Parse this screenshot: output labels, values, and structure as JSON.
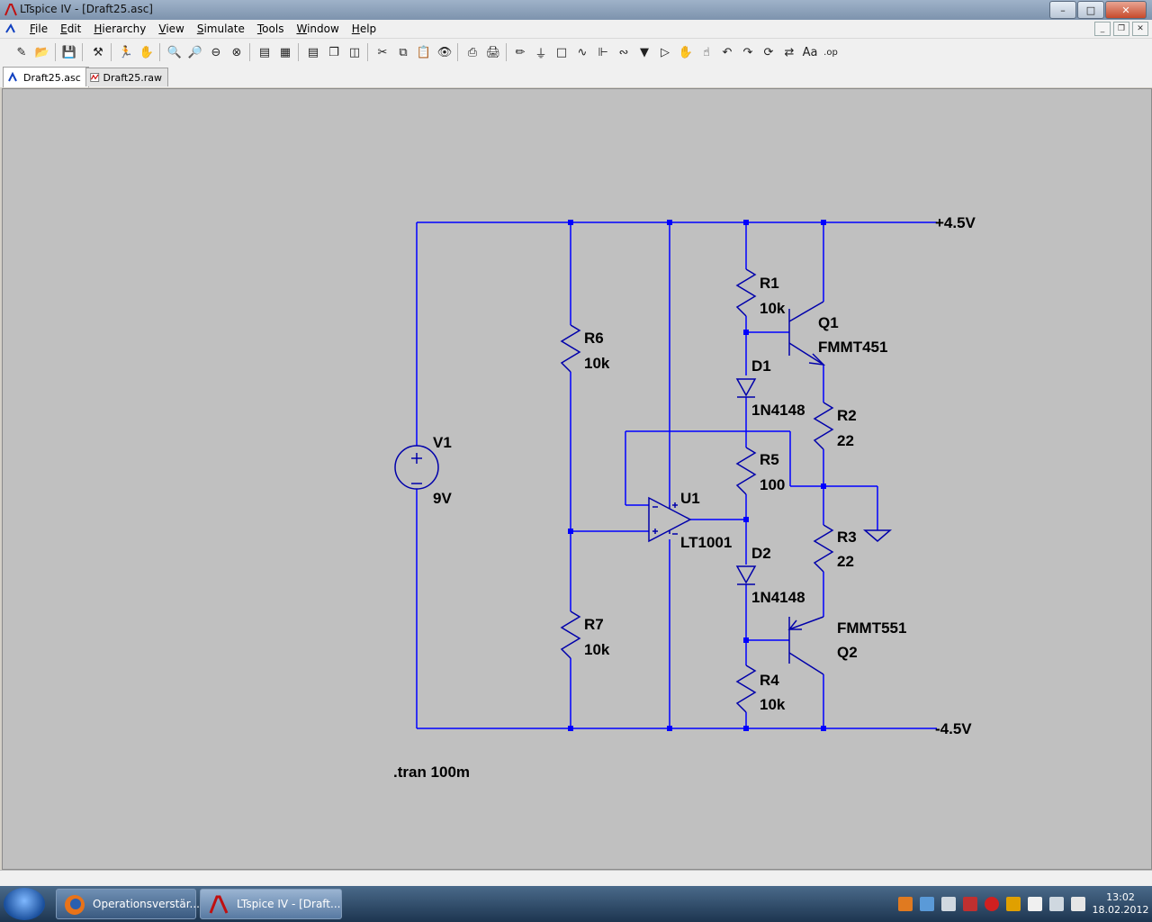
{
  "window": {
    "title": "LTspice IV - [Draft25.asc]"
  },
  "menu": {
    "items": [
      {
        "first": "F",
        "rest": "ile"
      },
      {
        "first": "E",
        "rest": "dit"
      },
      {
        "first": "H",
        "rest": "ierarchy"
      },
      {
        "first": "V",
        "rest": "iew"
      },
      {
        "first": "S",
        "rest": "imulate"
      },
      {
        "first": "T",
        "rest": "ools"
      },
      {
        "first": "W",
        "rest": "indow"
      },
      {
        "first": "H",
        "rest": "elp"
      }
    ]
  },
  "tabs": [
    {
      "label": "Draft25.asc"
    },
    {
      "label": "Draft25.raw"
    }
  ],
  "schematic": {
    "labels": {
      "vpos": "+4.5V",
      "vneg": "-4.5V",
      "v1": "V1",
      "v1_val": "9V",
      "r1": "R1",
      "r1_val": "10k",
      "r2": "R2",
      "r2_val": "22",
      "r3": "R3",
      "r3_val": "22",
      "r4": "R4",
      "r4_val": "10k",
      "r5": "R5",
      "r5_val": "100",
      "r6": "R6",
      "r6_val": "10k",
      "r7": "R7",
      "r7_val": "10k",
      "d1": "D1",
      "d1_val": "1N4148",
      "d2": "D2",
      "d2_val": "1N4148",
      "q1": "Q1",
      "q1_val": "FMMT451",
      "q2": "Q2",
      "q2_val": "FMMT551",
      "u1": "U1",
      "u1_val": "LT1001",
      "directive": ".tran 100m"
    },
    "colors": {
      "wire": "#0000ff",
      "symbol": "#0000aa",
      "background": "#c0c0c0"
    }
  },
  "taskbar": {
    "tasks": [
      {
        "label": "Operationsverstär..."
      },
      {
        "label": "LTspice IV - [Draft..."
      }
    ],
    "clock": {
      "time": "13:02",
      "date": "18.02.2012"
    }
  }
}
